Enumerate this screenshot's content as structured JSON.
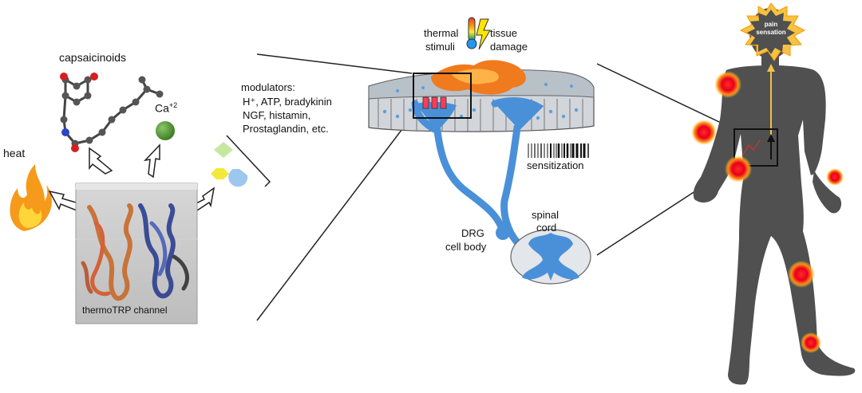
{
  "labels": {
    "capsaicinoids": "capsaicinoids",
    "heat": "heat",
    "ca_base": "Ca",
    "ca_sup": "+2",
    "modulators_title": "modulators:",
    "modulators_lines": [
      "H⁺, ATP, bradykinin",
      "NGF, histamin,",
      "Prostaglandin, etc."
    ],
    "channel": "thermoTRP channel",
    "thermal": "thermal",
    "stimuli": "stimuli",
    "tissue": "tissue",
    "damage": "damage",
    "sensitization": "sensitization",
    "spinal": "spinal",
    "cord": "cord",
    "drg": "DRG",
    "cell_body": "cell body",
    "pain_l1": "pain",
    "pain_l2": "sensation"
  },
  "colors": {
    "body": "#505050",
    "pain_spot": "#e8001a",
    "pain_glow": "#ffd21f",
    "nerve": "#4a90d9",
    "tissue_top": "#b8c0c8",
    "tissue_damage": "#f07a1e",
    "flame_outer": "#f59a1a",
    "flame_inner": "#ffd63a",
    "calcium": "#5a9e3a",
    "star": "#f5c242"
  }
}
